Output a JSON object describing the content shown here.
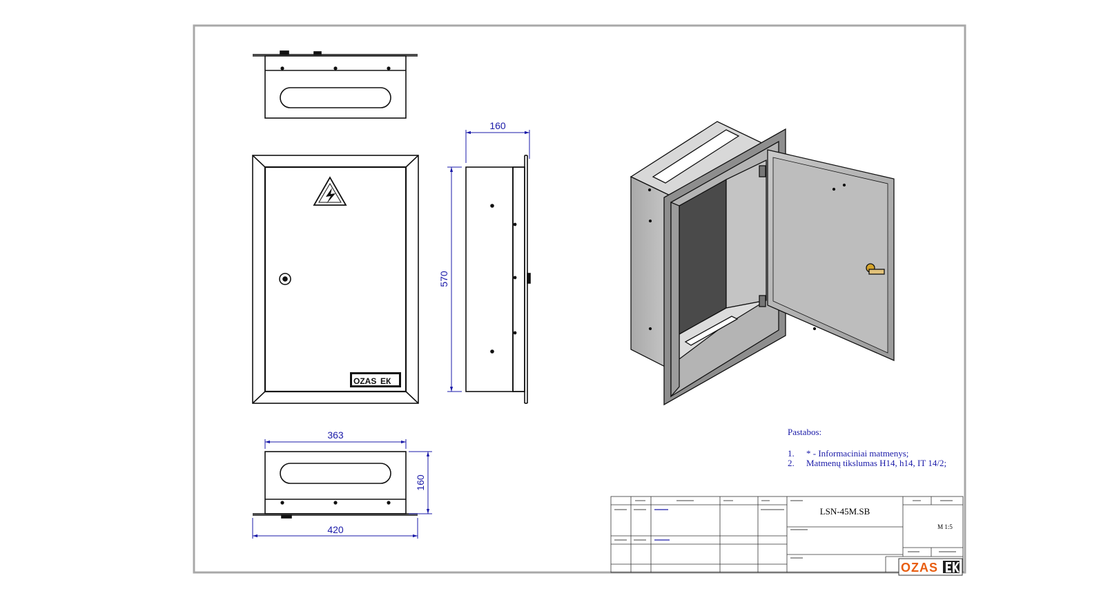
{
  "dimensions": {
    "side_depth": "160",
    "side_height": "570",
    "bottom_inner_width": "363",
    "bottom_depth": "160",
    "bottom_outer_width": "420"
  },
  "notes": {
    "heading": "Pastabos:",
    "items": [
      {
        "num": "1.",
        "text": "* - Informaciniai matmenys;"
      },
      {
        "num": "2.",
        "text": "Matmenų tikslumas H14, h14, IT 14/2;"
      }
    ]
  },
  "title_block": {
    "product_code": "LSN-45M.SB",
    "scale": "M 1:5",
    "logo": "OZAS"
  },
  "colors": {
    "dimension": "#1a1aa8",
    "line": "#111111",
    "logo_orange": "#e85d10",
    "border": "#a8a8a8"
  }
}
